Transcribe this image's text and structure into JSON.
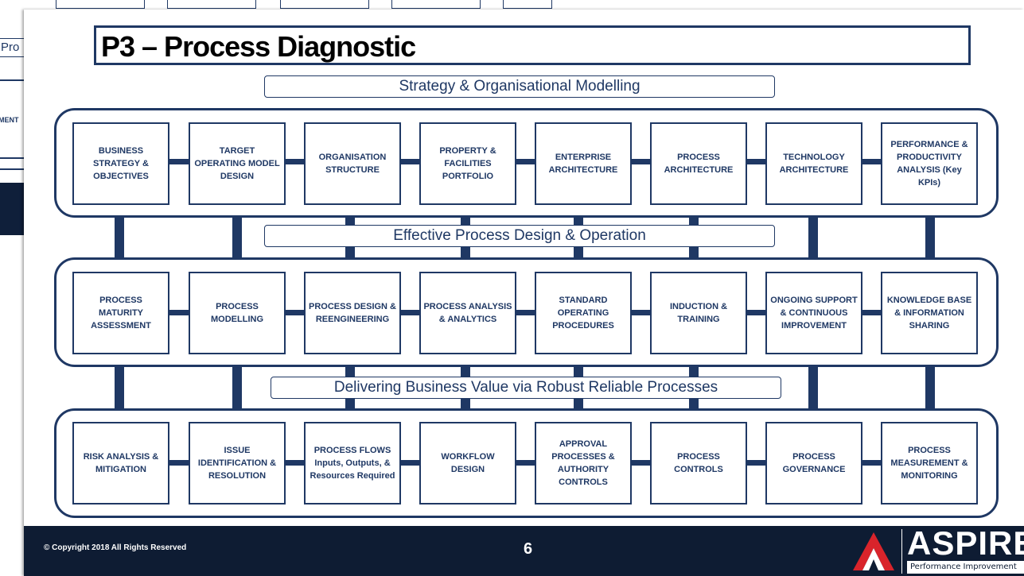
{
  "background": {
    "tab_label": "Pro",
    "side_label": "MENT"
  },
  "slide": {
    "title": "P3 – Process Diagnostic",
    "page_number": "6",
    "copyright": "© Copyright 2018 All Rights Reserved",
    "logo": {
      "name": "ASPIRE",
      "tagline": "Performance Improvement"
    }
  },
  "sections": [
    {
      "label": "Strategy & Organisational Modelling",
      "cards": [
        "BUSINESS STRATEGY & OBJECTIVES",
        "TARGET OPERATING MODEL DESIGN",
        "ORGANISATION STRUCTURE",
        "PROPERTY & FACILITIES PORTFOLIO",
        "ENTERPRISE ARCHITECTURE",
        "PROCESS ARCHITECTURE",
        "TECHNOLOGY ARCHITECTURE",
        "PERFORMANCE & PRODUCTIVITY ANALYSIS (Key KPIs)"
      ]
    },
    {
      "label": "Effective Process Design & Operation",
      "cards": [
        "PROCESS MATURITY ASSESSMENT",
        "PROCESS MODELLING",
        "PROCESS DESIGN & REENGINEERING",
        "PROCESS ANALYSIS & ANALYTICS",
        "STANDARD OPERATING PROCEDURES",
        "INDUCTION & TRAINING",
        "ONGOING SUPPORT & CONTINUOUS IMPROVEMENT",
        "KNOWLEDGE BASE & INFORMATION SHARING"
      ]
    },
    {
      "label": "Delivering Business Value via Robust Reliable Processes",
      "cards": [
        "RISK ANALYSIS & MITIGATION",
        "ISSUE IDENTIFICATION & RESOLUTION",
        "PROCESS FLOWS Inputs, Outputs, & Resources Required",
        "WORKFLOW DESIGN",
        "APPROVAL PROCESSES & AUTHORITY CONTROLS",
        "PROCESS CONTROLS",
        "PROCESS GOVERNANCE",
        "PROCESS MEASUREMENT & MONITORING"
      ]
    }
  ],
  "colors": {
    "navy": "#1f3864",
    "footer": "#0e1c33",
    "logo_red": "#d9242b"
  }
}
